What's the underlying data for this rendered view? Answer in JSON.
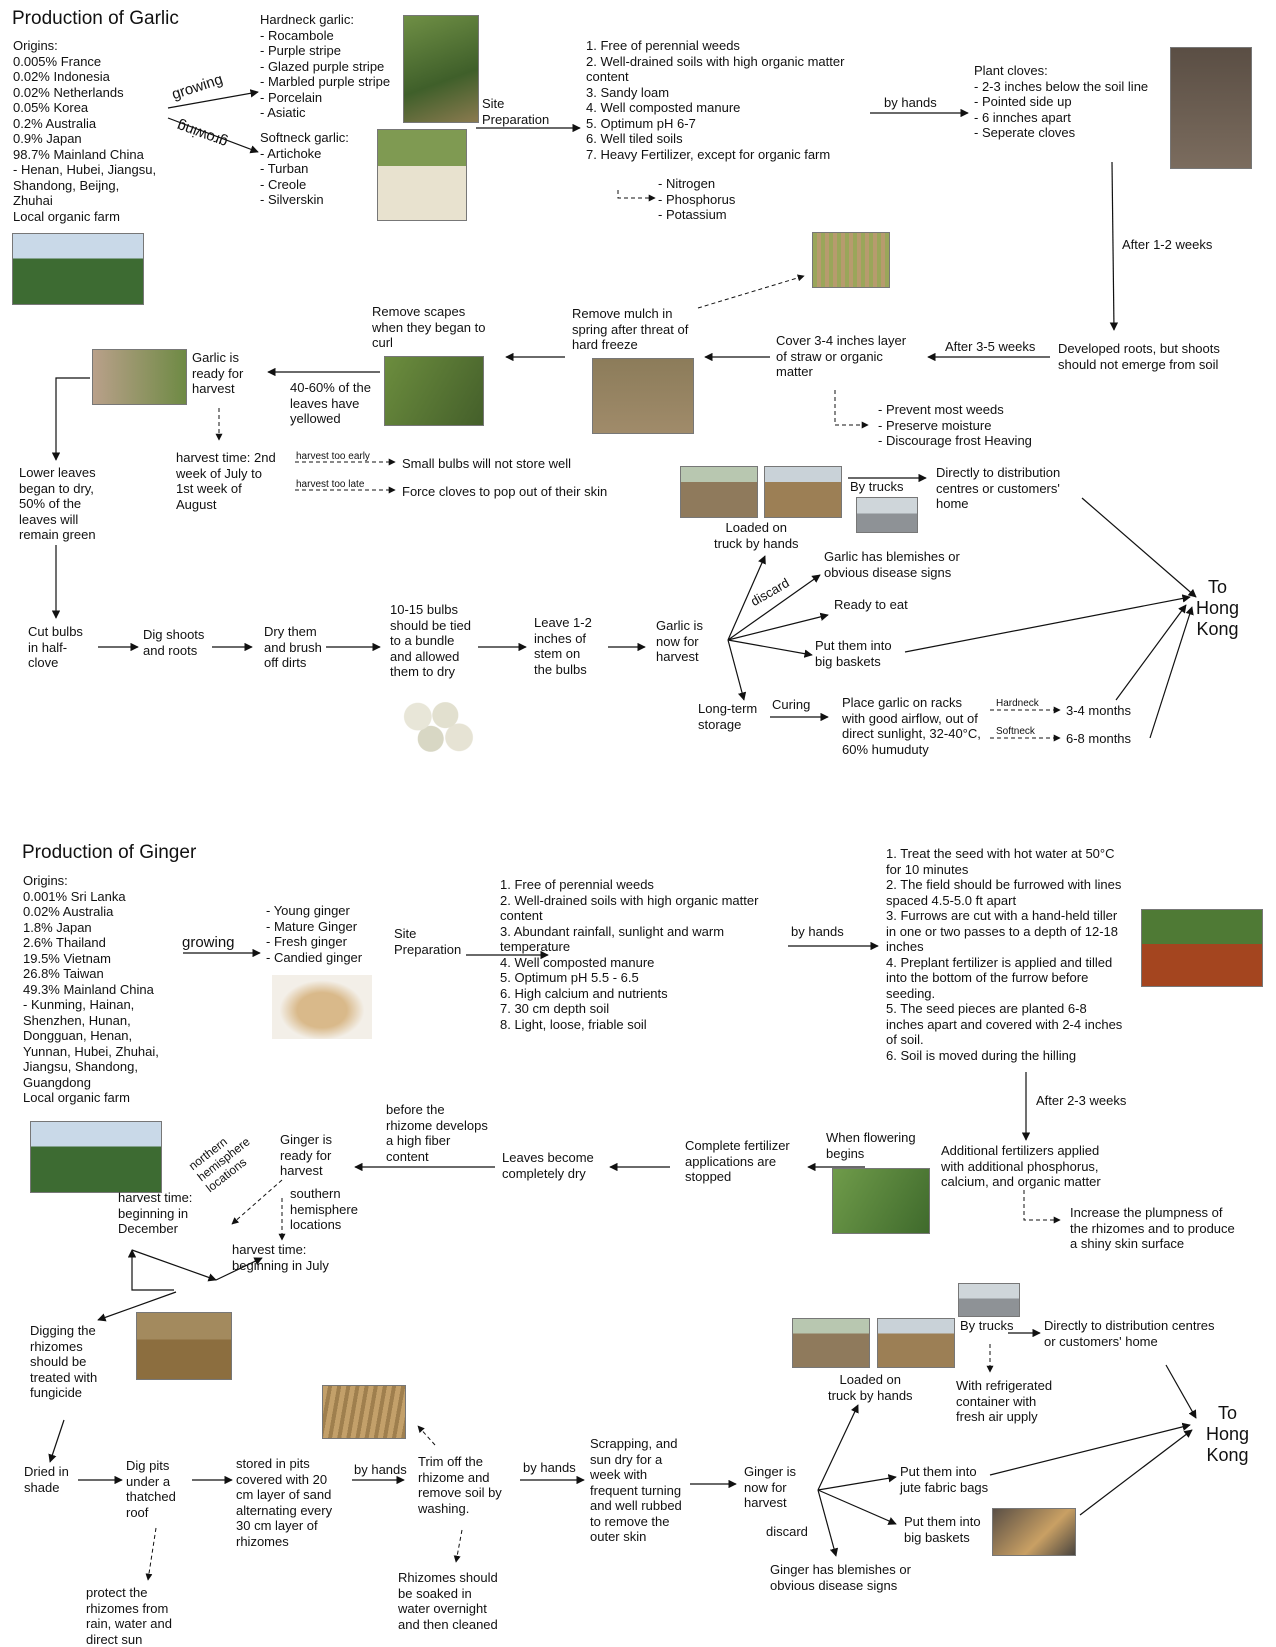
{
  "garlic": {
    "title": "Production of Garlic",
    "origins": "Origins:\n0.005% France\n0.02% Indonesia\n0.02% Netherlands\n0.05% Korea\n0.2% Australia\n0.9% Japan\n98.7% Mainland China\n- Henan, Hubei, Jiangsu,\n  Shandong, Beijng,\n  Zhuhai\nLocal organic farm",
    "growing1": "growing",
    "growing2": "growing",
    "hardneck": "Hardneck garlic:\n- Rocambole\n- Purple stripe\n- Glazed purple stripe\n- Marbled purple stripe\n- Porcelain\n- Asiatic",
    "softneck": "Softneck garlic:\n- Artichoke\n- Turban\n- Creole\n- Silverskin",
    "site_prep": "Site\nPreparation",
    "site_list": "1. Free of perennial weeds\n2. Well-drained soils with high organic matter\ncontent\n3. Sandy loam\n4. Well composted manure\n5. Optimum pH 6-7\n6. Well tiled soils\n7. Heavy Fertilizer, except for organic farm",
    "npk": "- Nitrogen\n- Phosphorus\n- Potassium",
    "by_hands": "by hands",
    "plant_cloves": "Plant cloves:\n- 2-3 inches below the soil line\n- Pointed side up\n- 6 innches apart\n- Seperate cloves",
    "after_1_2": "After 1-2 weeks",
    "roots": "Developed roots, but shoots\nshould not emerge from soil",
    "after_3_5": "After 3-5 weeks",
    "cover": "Cover 3-4 inches layer\nof straw or organic\nmatter",
    "prevent": "- Prevent most weeds\n- Preserve moisture\n- Discourage frost Heaving",
    "remove_mulch": "Remove mulch in\nspring after threat of\nhard freeze",
    "remove_scapes": "Remove scapes\nwhen they began to\ncurl",
    "yellowed": "40-60% of the\nleaves have\nyellowed",
    "ready": "Garlic is\nready for\nharvest",
    "harvest_time": "harvest time: 2nd\nweek of July to\n1st week of\nAugust",
    "too_early": "harvest too early",
    "too_early_result": "Small bulbs will not store well",
    "too_late": "harvest too late",
    "too_late_result": "Force cloves to pop out of their skin",
    "lower_leaves": "Lower leaves\nbegan to dry,\n50% of the\nleaves will\nremain green",
    "cut_bulbs": "Cut bulbs\nin half-\nclove",
    "dig_shoots": "Dig shoots\nand roots",
    "dry_brush": "Dry them\nand brush\noff dirts",
    "tied": "10-15 bulbs\nshould be tied\nto a bundle\nand allowed\nthem to dry",
    "leave_stem": "Leave 1-2\ninches of\nstem on\nthe bulbs",
    "now_harvest": "Garlic is\nnow for\nharvest",
    "loaded": "Loaded on\ntruck by hands",
    "by_trucks": "By trucks",
    "directly": "Directly to distribution\ncentres or customers'\nhome",
    "discard": "discard",
    "blemishes": "Garlic has blemishes or\nobvious disease signs",
    "ready_eat": "Ready to eat",
    "baskets": "Put them into\nbig baskets",
    "long_term": "Long-term\nstorage",
    "curing": "Curing",
    "racks": "Place garlic on racks\nwith good airflow, out of\ndirect sunlight, 32-40°C,\n60% humuduty",
    "hardneck_lbl": "Hardneck",
    "softneck_lbl": "Softneck",
    "months34": "3-4 months",
    "months68": "6-8 months",
    "to_hk": "To\nHong\nKong"
  },
  "ginger": {
    "title": "Production of Ginger",
    "origins": "Origins:\n0.001% Sri Lanka\n0.02% Australia\n1.8% Japan\n2.6% Thailand\n19.5% Vietnam\n26.8% Taiwan\n49.3% Mainland China\n- Kunming, Hainan,\n  Shenzhen, Hunan,\n  Dongguan, Henan,\n  Yunnan, Hubei, Zhuhai,\n  Jiangsu, Shandong,\n  Guangdong\nLocal organic farm",
    "growing": "growing",
    "types": "- Young ginger\n- Mature Ginger\n- Fresh ginger\n- Candied ginger",
    "site_prep": "Site\nPreparation",
    "site_list": "1. Free of perennial weeds\n2. Well-drained soils with high organic matter\ncontent\n3. Abundant rainfall, sunlight and warm\ntemperature\n4. Well composted manure\n5. Optimum pH 5.5 - 6.5\n6. High calcium and nutrients\n7. 30 cm depth soil\n8. Light, loose, friable soil",
    "by_hands": "by hands",
    "steps": "1. Treat the seed with hot water at 50°C\nfor 10 minutes\n2. The field should be furrowed with lines\nspaced 4.5-5.0 ft apart\n3. Furrows are cut with a hand-held tiller\nin one or two passes to a depth of 12-18\ninches\n4. Preplant fertilizer is applied and tilled\ninto the bottom of the furrow before\nseeding.\n5. The seed pieces are planted 6-8\ninches apart and covered with 2-4 inches\nof soil.\n6. Soil is moved during the hilling",
    "after_2_3": "After 2-3 weeks",
    "additional": "Additional fertilizers applied\nwith additional phosphorus,\ncalcium, and organic matter",
    "increase": "Increase the plumpness of\nthe rhizomes and to produce\na shiny skin surface",
    "flowering": "When flowering\nbegins",
    "complete": "Complete fertilizer\napplications are\nstopped",
    "leaves_dry": "Leaves become\ncompletely dry",
    "before": "before the\nrhizome develops\na high fiber\ncontent",
    "ready": "Ginger is\nready for\nharvest",
    "northern": "northern\nhemisphere\nlocations",
    "southern": "southern\nhemisphere\nlocations",
    "harvest_dec": "harvest time:\nbeginning in\nDecember",
    "harvest_jul": "harvest time:\nbeginning in July",
    "digging": "Digging the\nrhizomes\nshould be\ntreated with\nfungicide",
    "dried": "Dried in\nshade",
    "dig_pits": "Dig pits\nunder a\nthatched\nroof",
    "protect": "protect the\nrhizomes from\nrain, water and\ndirect sun",
    "stored": "stored in pits\ncovered with 20\ncm layer of sand\nalternating every\n30 cm layer of\nrhizomes",
    "by_hands2": "by hands",
    "trim": "Trim off the\nrhizome and\nremove soil by\nwashing.",
    "soaked": "Rhizomes should\nbe soaked in\nwater overnight\nand then cleaned",
    "by_hands3": "by hands",
    "scrapping": "Scrapping, and\nsun dry for a\nweek with\nfrequent turning\nand well rubbed\nto remove the\nouter skin",
    "now_harvest": "Ginger is\nnow for\nharvest",
    "loaded": "Loaded on\ntruck by hands",
    "by_trucks": "By trucks",
    "directly": "Directly to distribution centres\nor customers' home",
    "refrigerated": "With refrigerated\ncontainer with\nfresh air upply",
    "jute": "Put them into\njute fabric bags",
    "baskets": "Put them into\nbig baskets",
    "discard": "discard",
    "blemishes": "Ginger has blemishes or\nobvious disease signs",
    "to_hk": "To\nHong\nKong"
  }
}
